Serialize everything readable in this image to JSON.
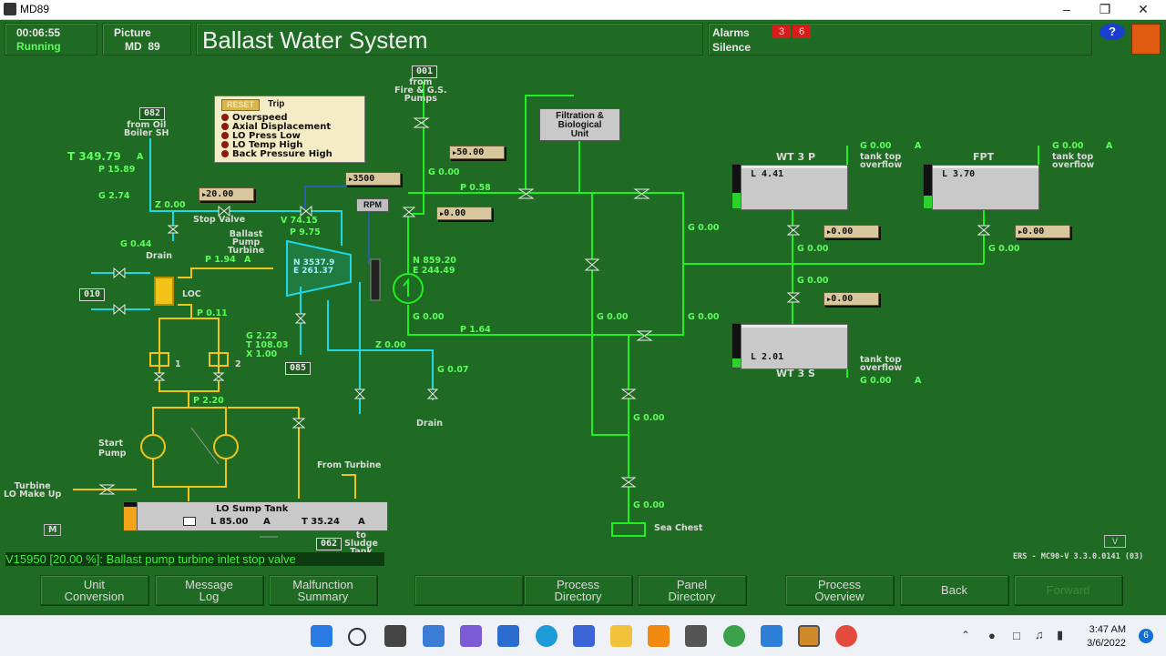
{
  "window": {
    "title": "MD89"
  },
  "header": {
    "clock": "00:06:55",
    "state": "Running",
    "picture_label": "Picture",
    "picture_id": "MD  89",
    "page_title": "Ballast Water System",
    "alarms_label": "Alarms",
    "silence_label": "Silence",
    "alarm_count_a": "3",
    "alarm_count_b": "6",
    "help": "?"
  },
  "trip_panel": {
    "reset": "RESET",
    "title": "Trip",
    "items": [
      "Overspeed",
      "Axial Displacement",
      "LO Press Low",
      "LO Temp High",
      "Back Pressure High"
    ]
  },
  "tags": {
    "t001": "001",
    "t082": "082",
    "t010": "010",
    "t085": "085",
    "t062": "062"
  },
  "labels": {
    "from_fire": "from\nFire & G.S.\nPumps",
    "from_oil": "from Oil\nBoiler SH",
    "stop_valve": "Stop Valve",
    "drain1": "Drain",
    "drain2": "Drain",
    "turbine": "Ballast\nPump\nTurbine",
    "loc": "LOC",
    "filtration": "Filtration &\nBiological\nUnit",
    "rpm": "RPM",
    "wt3p": "WT 3 P",
    "fpt": "FPT",
    "wt3s": "WT 3 S",
    "tank_top1": "tank top\noverflow",
    "tank_top2": "tank top\noverflow",
    "tank_top3": "tank top\noverflow",
    "start_pump": "Start\nPump",
    "turbine_lo": "Turbine\nLO Make Up",
    "from_turbine": "From Turbine",
    "sump_title": "LO Sump Tank",
    "to_sludge": "to\nSludge\nTank",
    "sea_chest": "Sea Chest",
    "m": "M",
    "one": "1",
    "two": "2"
  },
  "readings": {
    "t_steam": "T 349.79",
    "p_steam": "P 15.89",
    "g_274": "G 2.74",
    "z_000": "Z 0.00",
    "g_044": "G 0.44",
    "v_7415": "V 74.15",
    "p_975": "P 9.75",
    "p_194": "P 1.94",
    "p_011": "P 0.11",
    "n_3537": "N 3537.9",
    "e_2613": "E 261.37",
    "g_222": "G 2.22",
    "t_1080": "T 108.03",
    "x_100": "X 1.00",
    "z_000b": "Z 0.00",
    "g_007": "G 0.07",
    "p_220": "P 2.20",
    "g_000_a": "G 0.00",
    "p_058": "P 0.58",
    "n_8592": "N 859.20",
    "e_2444": "E 244.49",
    "g_000_b": "G 0.00",
    "p_164": "P 1.64",
    "g_000_c": "G 0.00",
    "g_000_d": "G 0.00",
    "g_000_e": "G 0.00",
    "g_000_f": "G 0.00",
    "g_000_g": "G 0.00",
    "g_000_h": "G 0.00",
    "g_000_i": "G 0.00",
    "g_000_j": "G 0.00",
    "g_000_k": "G 0.00",
    "g_000_l": "G 0.00",
    "g_000_m": "G 0.00",
    "g_000_n": "G 0.00",
    "g_000_o": "G 0.00",
    "sump_l": "L 85.00",
    "sump_t": "T 35.24",
    "sump_a1": "A",
    "sump_a2": "A",
    "a_steam": "A",
    "a_p194": "A",
    "a_wt3p": "A",
    "a_fpt": "A",
    "a_wt3s": "A"
  },
  "setpoints": {
    "stop_valve": "20.00",
    "rpm": "3500",
    "fire_valve": "50.00",
    "valve_b": "0.00",
    "wt3p_valve": "0.00",
    "fpt_valve": "0.00",
    "wt3s_valve": "0.00"
  },
  "tanks": {
    "wt3p": {
      "level": "L 4.41",
      "fill": 0.35
    },
    "fpt": {
      "level": "L 3.70",
      "fill": 0.3
    },
    "wt3s": {
      "level": "L 2.01",
      "fill": 0.2
    }
  },
  "status_message": "V15950 [20.00 %]: Ballast pump turbine inlet stop valve",
  "version": "ERS - MC90-V 3.3.0.0141 (03)",
  "scroll_v": "V",
  "nav": {
    "unit_conversion": "Unit\nConversion",
    "message_log": "Message\nLog",
    "malfunction_summary": "Malfunction\nSummary",
    "blank": "",
    "process_directory": "Process\nDirectory",
    "panel_directory": "Panel\nDirectory",
    "process_overview": "Process\nOverview",
    "back": "Back",
    "forward": "Forward"
  },
  "taskbar": {
    "time": "3:47 AM",
    "date": "3/6/2022",
    "notifications": "6"
  }
}
